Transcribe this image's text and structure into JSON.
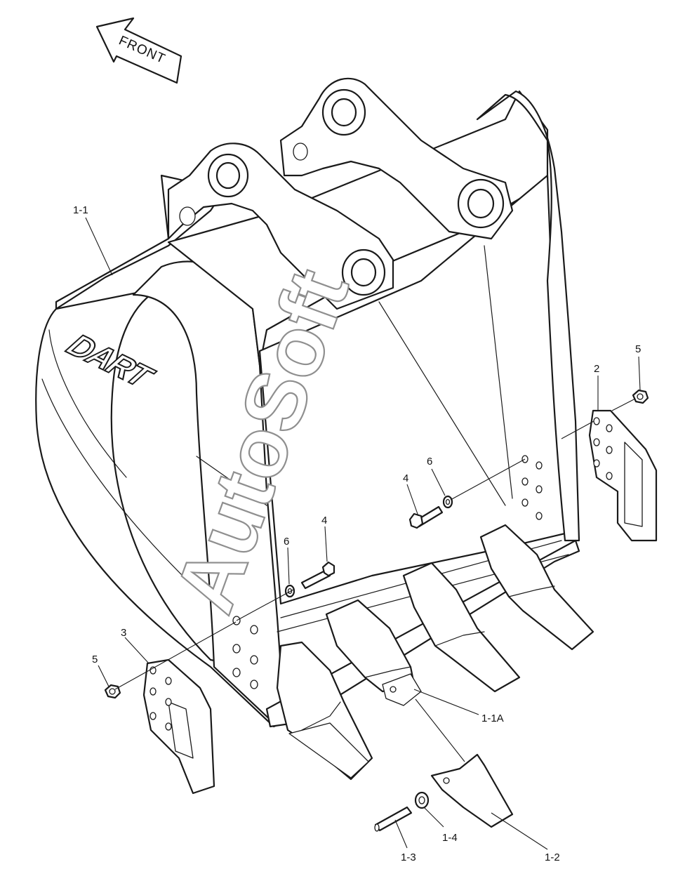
{
  "direction_arrow": {
    "label": "FRONT"
  },
  "brand_mark": {
    "text": "DART"
  },
  "watermark": {
    "text": "AutoSoft"
  },
  "callouts": {
    "c_1_1": "1-1",
    "c_1_1A": "1-1A",
    "c_1_2": "1-2",
    "c_1_3": "1-3",
    "c_1_4": "1-4",
    "c_2": "2",
    "c_3": "3",
    "c_4_left": "4",
    "c_4_right": "4",
    "c_5_left": "5",
    "c_5_right": "5",
    "c_6_left": "6",
    "c_6_right": "6"
  }
}
